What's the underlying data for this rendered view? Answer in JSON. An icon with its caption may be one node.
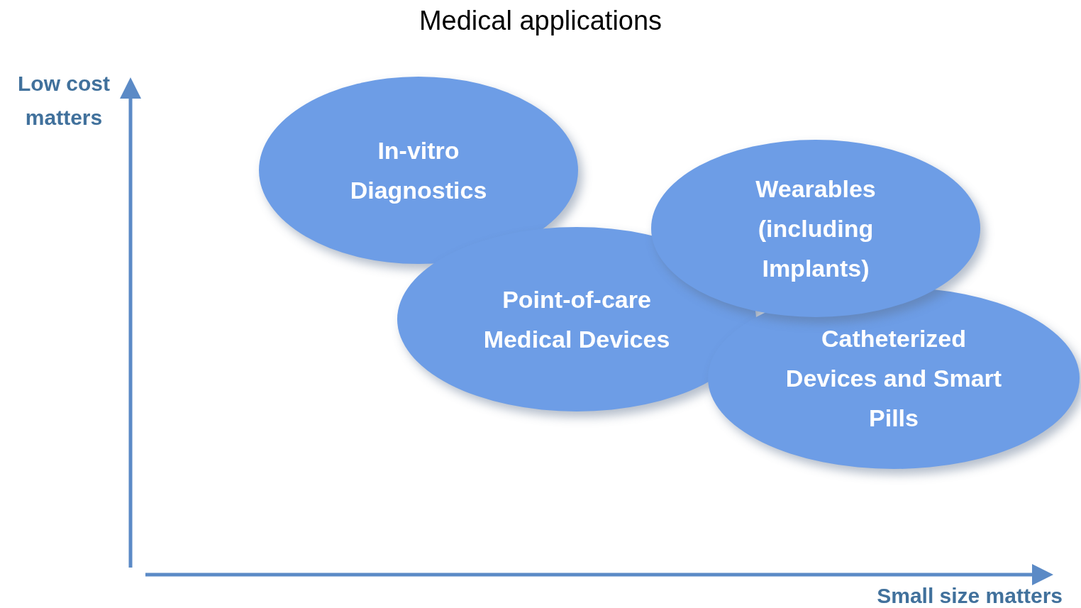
{
  "diagram": {
    "title": "Medical applications",
    "nodes": [
      {
        "text": [
          "In-vitro Diagnostics"
        ]
      },
      {
        "text": [
          "Wearables (including Implants)"
        ]
      },
      {
        "text": [
          "Point-of-care Medical Devices"
        ]
      },
      {
        "text": [
          "Catheterized Devices and Smart Pills"
        ]
      }
    ],
    "labels": [
      "Low cost matters",
      "Small size matters"
    ]
  }
}
